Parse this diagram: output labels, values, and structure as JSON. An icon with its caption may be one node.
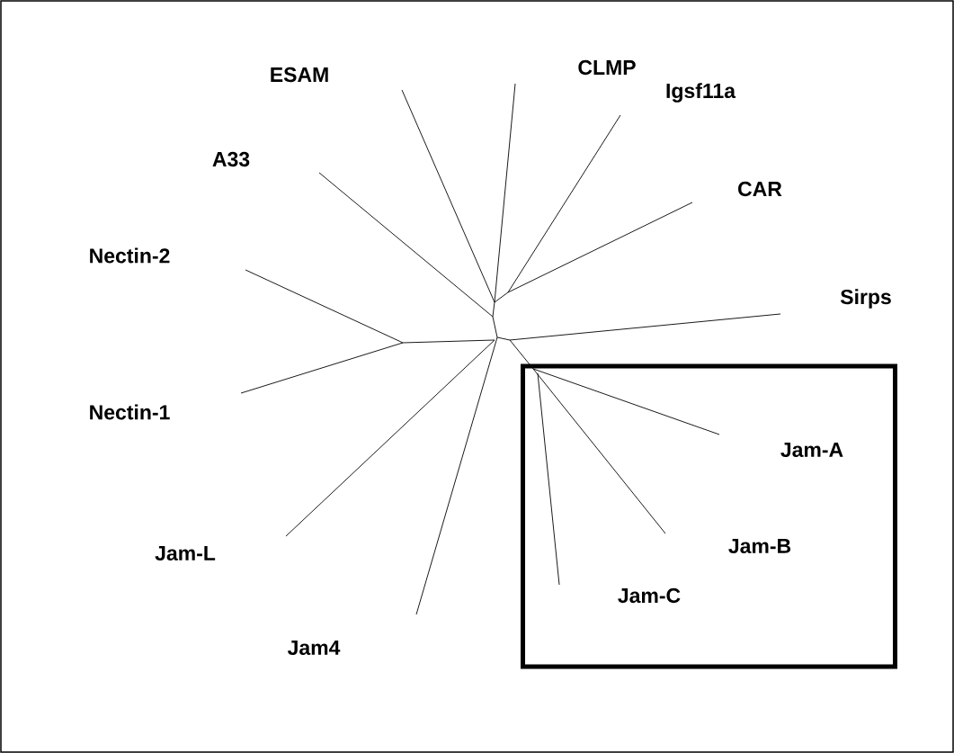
{
  "diagram": {
    "nodes": [
      {
        "text": [
          "ESAM"
        ]
      },
      {
        "text": [
          "CLMP"
        ]
      },
      {
        "text": [
          "Igsf11a"
        ]
      },
      {
        "text": [
          "A33"
        ]
      },
      {
        "text": [
          "CAR"
        ]
      },
      {
        "text": [
          "Nectin-2"
        ]
      },
      {
        "text": [
          "Sirps"
        ]
      },
      {
        "text": [
          "Nectin-1"
        ]
      },
      {
        "text": [],
        "shape": "box"
      },
      {
        "text": [
          "Jam-A"
        ],
        "in": 8
      },
      {
        "text": [
          "Jam-B"
        ],
        "in": 8
      },
      {
        "text": [
          "Jam-C"
        ],
        "in": 8
      },
      {
        "text": [
          "Jam-L"
        ]
      },
      {
        "text": [
          "Jam4"
        ]
      }
    ]
  }
}
